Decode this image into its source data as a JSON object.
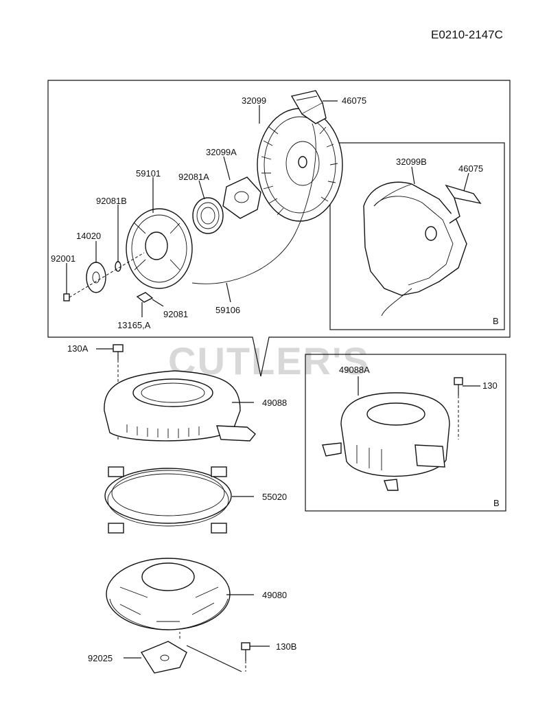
{
  "drawing_code": "E0210-2147C",
  "watermark": "CUTLER'S",
  "parts": {
    "p32099": "32099",
    "p46075_a": "46075",
    "p32099A": "32099A",
    "p59101": "59101",
    "p92081A": "92081A",
    "p92081B": "92081B",
    "p14020": "14020",
    "p92001": "92001",
    "p13165A": "13165,A",
    "p92081": "92081",
    "p59106": "59106",
    "p32099B": "32099B",
    "p46075_b": "46075",
    "p130A": "130A",
    "p49088": "49088",
    "p49088A": "49088A",
    "p130": "130",
    "p55020": "55020",
    "p49080": "49080",
    "p92025": "92025",
    "p130B": "130B"
  },
  "boxes": {
    "inset_top_marker": "B",
    "inset_bottom_marker": "B"
  }
}
